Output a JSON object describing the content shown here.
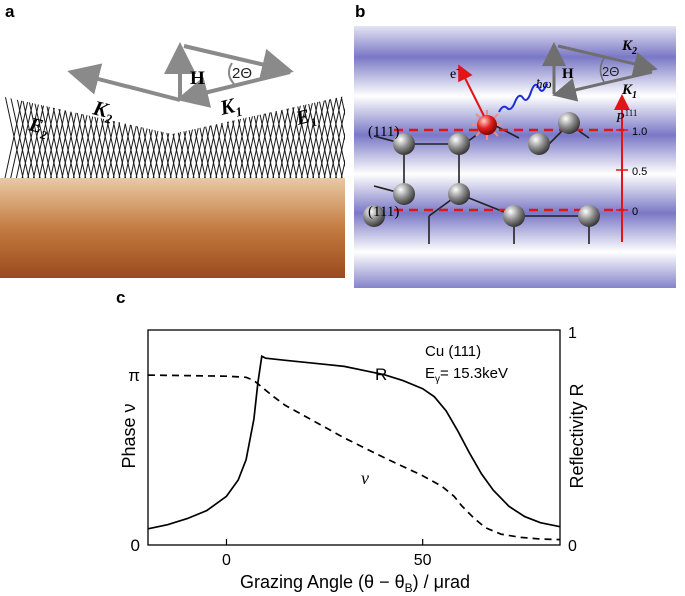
{
  "panels": {
    "a": {
      "label": "a",
      "vectors": {
        "H": "H",
        "K2": "K",
        "K2_sub": "2",
        "K1": "K",
        "K1_sub": "1",
        "angle": "2Θ"
      },
      "fields": {
        "E2": "E",
        "E2_sub": "2",
        "E1": "E",
        "E1_sub": "1"
      }
    },
    "b": {
      "label": "b",
      "electron": "e",
      "electron_sup": "-",
      "photon": "ħω",
      "vectors": {
        "H": "H",
        "K2": "K",
        "K2_sub": "2",
        "K1": "K",
        "K1_sub": "1",
        "angle": "2Θ"
      },
      "planes": [
        "(111)",
        "(111)"
      ],
      "position_axis": {
        "label": "P",
        "label_sup": "111",
        "ticks": [
          "1.0",
          "0.5",
          "0"
        ]
      }
    },
    "c": {
      "label": "c"
    }
  },
  "chart_data": {
    "type": "line",
    "xlabel": "Grazing Angle (θ − θ",
    "xlabel_sub": "B",
    "xlabel_end": ") / μrad",
    "ylabel_left": "Phase ν",
    "ylabel_right": "Reflectivity R",
    "xlim": [
      -20,
      85
    ],
    "ylim_right": [
      0,
      1
    ],
    "ylim_left": [
      0,
      3.14159
    ],
    "x_ticks": [
      "0",
      "50"
    ],
    "x_tick_values": [
      0,
      50
    ],
    "y_left_ticks": [
      "0",
      "π"
    ],
    "y_left_tick_values": [
      0,
      3.14159
    ],
    "y_right_ticks": [
      "0",
      "1"
    ],
    "y_right_tick_values": [
      0,
      1
    ],
    "annotations": {
      "material": "Cu (111)",
      "energy": "E",
      "energy_sub": "γ",
      "energy_value": "= 15.3keV"
    },
    "series": [
      {
        "name": "R",
        "axis": "right",
        "style": "solid",
        "x": [
          -20,
          -15,
          -10,
          -5,
          0,
          3,
          5,
          7,
          8,
          9,
          10,
          15,
          20,
          25,
          30,
          35,
          40,
          45,
          50,
          53,
          56,
          59,
          62,
          65,
          68,
          72,
          76,
          80,
          85
        ],
        "y": [
          0.08,
          0.1,
          0.13,
          0.17,
          0.24,
          0.32,
          0.42,
          0.62,
          0.8,
          0.93,
          0.92,
          0.91,
          0.9,
          0.89,
          0.88,
          0.86,
          0.84,
          0.81,
          0.77,
          0.73,
          0.66,
          0.56,
          0.45,
          0.35,
          0.27,
          0.19,
          0.14,
          0.11,
          0.09
        ]
      },
      {
        "name": "ν",
        "axis": "left",
        "style": "dashed",
        "x": [
          -20,
          -10,
          0,
          5,
          7,
          9,
          12,
          15,
          20,
          25,
          30,
          35,
          40,
          45,
          50,
          55,
          58,
          60,
          63,
          66,
          70,
          75,
          80,
          85
        ],
        "y": [
          3.14,
          3.13,
          3.12,
          3.1,
          3.04,
          2.92,
          2.74,
          2.58,
          2.38,
          2.18,
          1.98,
          1.8,
          1.62,
          1.45,
          1.28,
          1.08,
          0.9,
          0.72,
          0.5,
          0.32,
          0.2,
          0.14,
          0.11,
          0.1
        ]
      }
    ]
  }
}
